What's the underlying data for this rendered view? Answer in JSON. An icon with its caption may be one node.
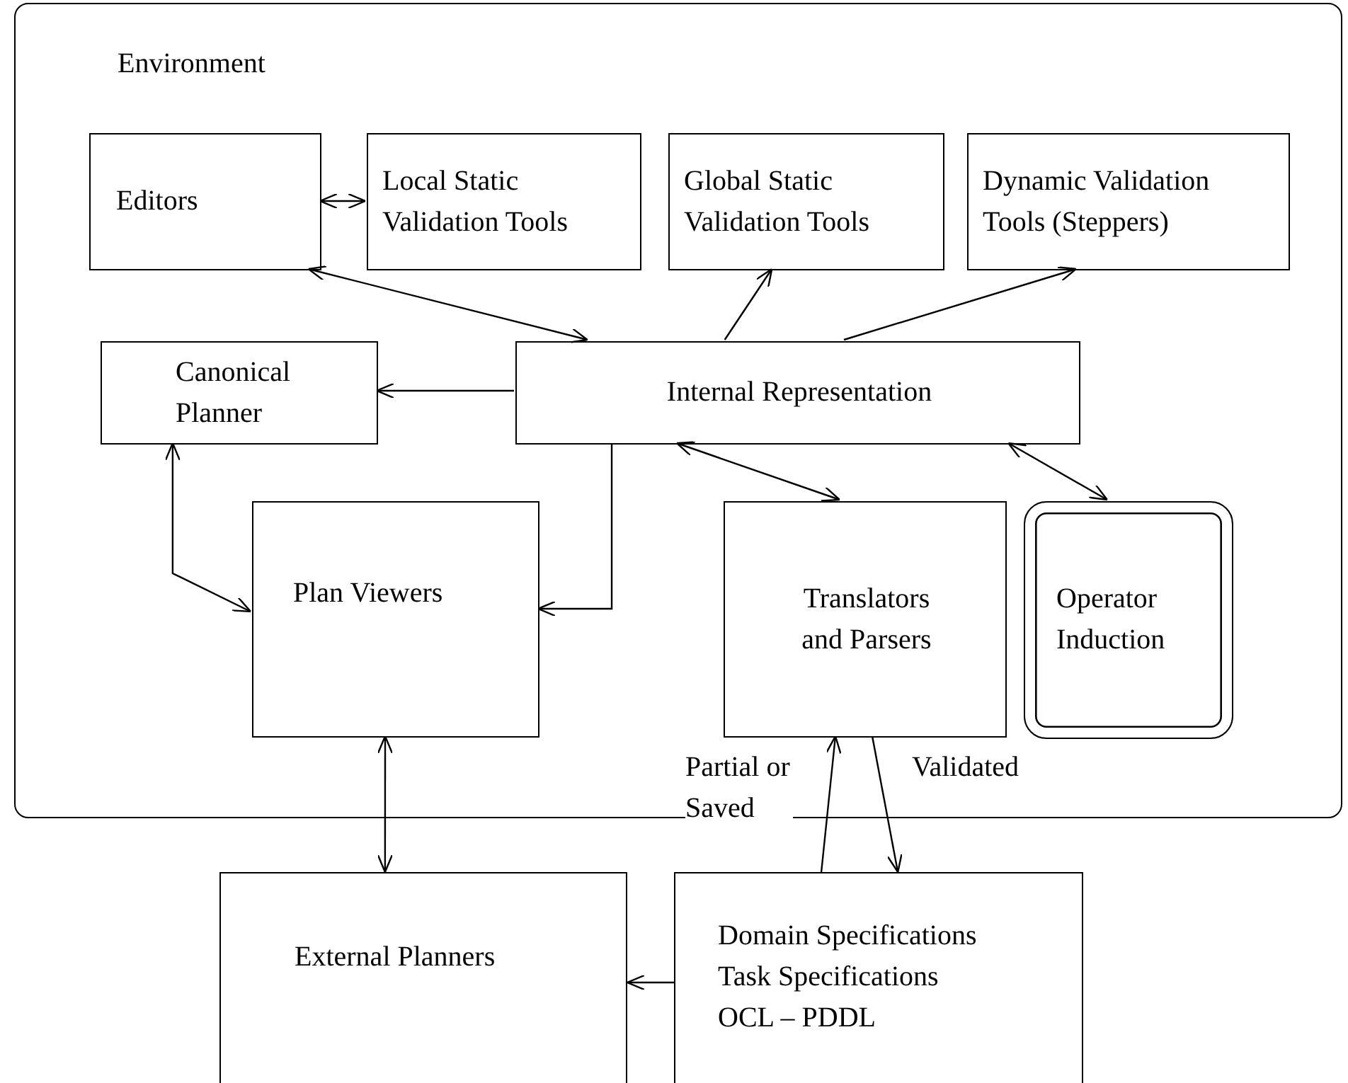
{
  "diagram": {
    "nodes": [
      {
        "text": [
          "Environment"
        ]
      },
      {
        "text": [
          "Editors"
        ],
        "in": 0
      },
      {
        "text": [
          "Local Static Validation Tools"
        ],
        "in": 0
      },
      {
        "text": [
          "Global Static Validation Tools"
        ],
        "in": 0
      },
      {
        "text": [
          "Dynamic Validation Tools (Steppers)"
        ],
        "in": 0
      },
      {
        "text": [
          "Canonical Planner"
        ],
        "in": 0
      },
      {
        "text": [
          "Internal Representation"
        ],
        "in": 0
      },
      {
        "text": [
          "Plan Viewers"
        ],
        "in": 0
      },
      {
        "text": [
          "Translators and Parsers"
        ],
        "in": 0
      },
      {
        "text": [
          "Operator Induction"
        ],
        "in": 0
      },
      {
        "text": [
          "External Planners"
        ]
      },
      {
        "text": [
          "Domain Specifications",
          "Task Specifications",
          "OCL – PDDL"
        ]
      }
    ],
    "edges": [
      {
        "from": 1,
        "to": 2,
        "arrow": "both"
      },
      {
        "from": 1,
        "to": 6,
        "arrow": "both"
      },
      {
        "from": 6,
        "to": 3,
        "arrow": "to"
      },
      {
        "from": 6,
        "to": 4,
        "arrow": "to"
      },
      {
        "from": 6,
        "to": 5,
        "arrow": "to"
      },
      {
        "from": 6,
        "to": 7,
        "arrow": "to"
      },
      {
        "from": 6,
        "to": 8,
        "arrow": "both"
      },
      {
        "from": 6,
        "to": 9,
        "arrow": "both"
      },
      {
        "from": 5,
        "to": 7,
        "arrow": "both"
      },
      {
        "from": 7,
        "to": 10,
        "arrow": "both"
      },
      {
        "from": 11,
        "to": 8,
        "arrow": "to",
        "label": "Partial or Saved"
      },
      {
        "from": 8,
        "to": 11,
        "arrow": "to",
        "label": "Validated"
      },
      {
        "from": 11,
        "to": 10,
        "arrow": "to"
      }
    ]
  }
}
